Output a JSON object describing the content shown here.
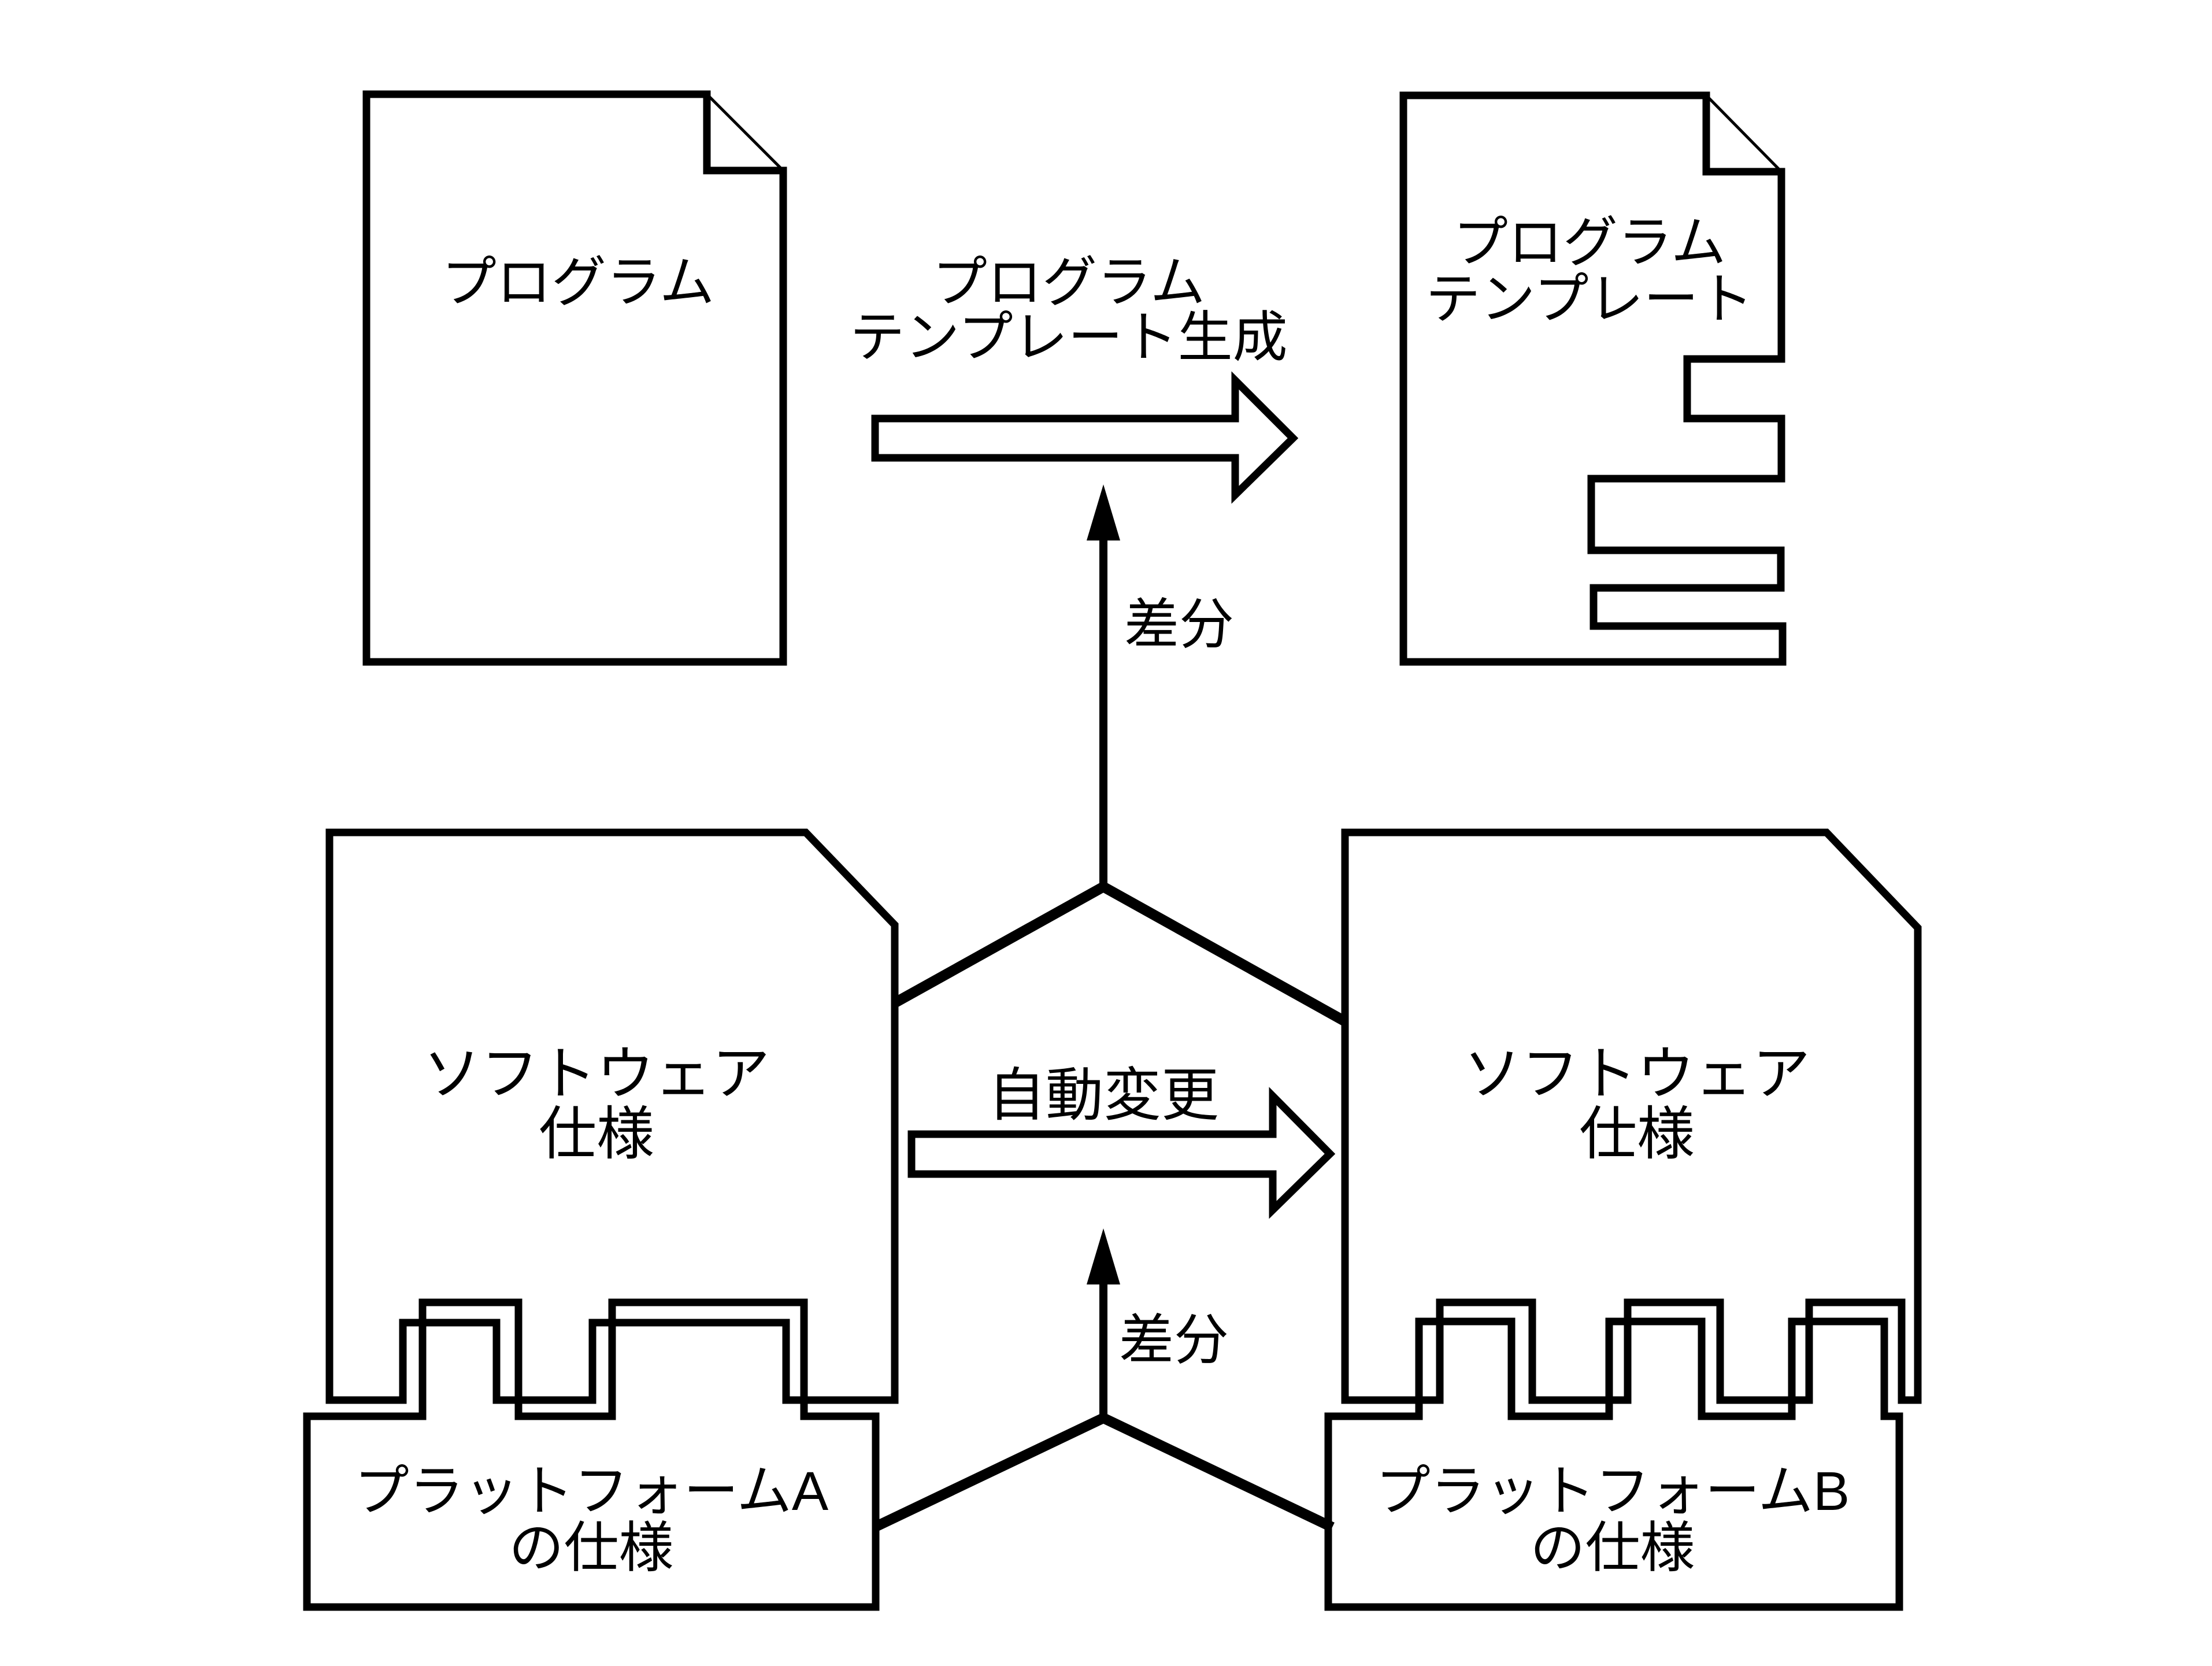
{
  "diagram": {
    "background_color": "#ffffff",
    "line_color": "#000000",
    "top_left_document": {
      "label": "プログラム"
    },
    "template_generation_arrow": {
      "label_line1": "プログラム",
      "label_line2": "テンプレート生成"
    },
    "top_right_document": {
      "label_line1": "プログラム",
      "label_line2": "テンプレート"
    },
    "top_diff": {
      "label": "差分"
    },
    "left_software_document": {
      "label_line1": "ソフトウェア",
      "label_line2": "仕様"
    },
    "auto_change_arrow": {
      "label": "自動変更"
    },
    "right_software_document": {
      "label_line1": "ソフトウェア",
      "label_line2": "仕様"
    },
    "bottom_diff": {
      "label": "差分"
    },
    "platform_a": {
      "label_line1": "プラットフォームA",
      "label_line2": "の仕様"
    },
    "platform_b": {
      "label_line1": "プラットフォームB",
      "label_line2": "の仕様"
    }
  }
}
